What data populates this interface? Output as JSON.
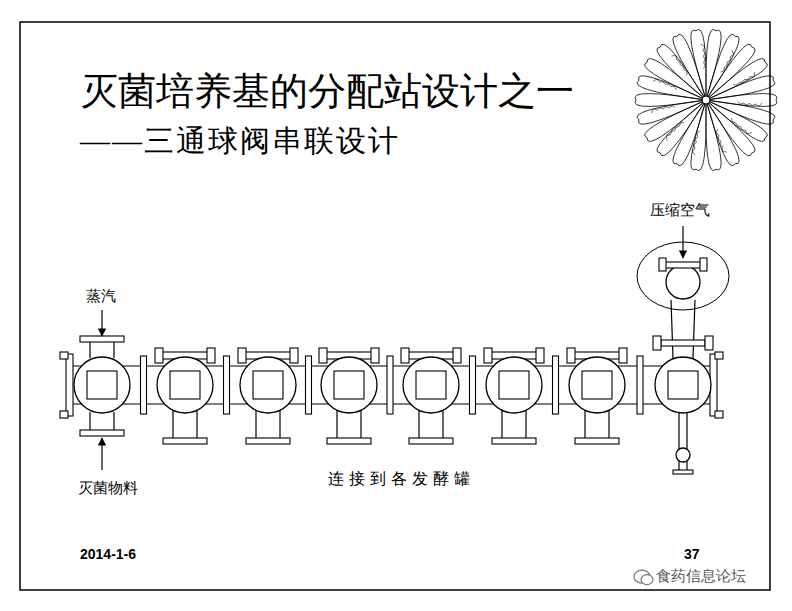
{
  "diagram": {
    "title": "灭菌培养基的分配站设计之一",
    "labels": [
      "——三通球阀串联设计",
      "蒸汽",
      "压缩空气",
      "灭菌物料",
      "连接到各发酵罐",
      "2014-1-6",
      "37",
      "食药信息论坛"
    ]
  }
}
